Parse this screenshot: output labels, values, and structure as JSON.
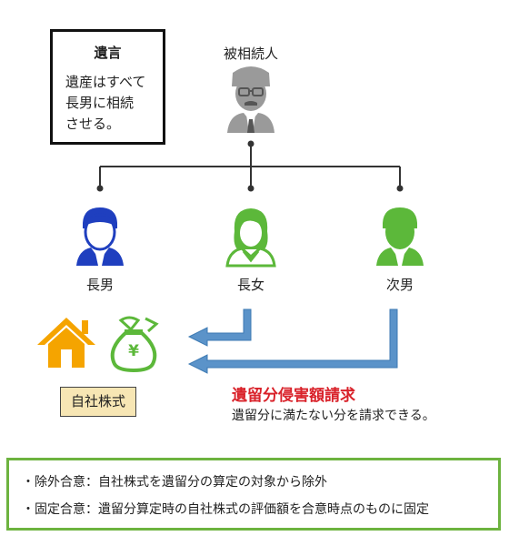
{
  "will": {
    "title": "遺言",
    "lines": [
      "遺産はすべて",
      "長男に相続",
      "させる。"
    ]
  },
  "decedent": {
    "label": "被相続人"
  },
  "heirs": [
    {
      "label": "長男",
      "color": "#1f3fbf"
    },
    {
      "label": "長女",
      "color": "#5cb83a"
    },
    {
      "label": "次男",
      "color": "#5cb83a"
    }
  ],
  "assets": {
    "icons": [
      "house-icon",
      "money-bag-icon"
    ],
    "money_symbol": "¥",
    "stock_label": "自社株式",
    "house_color": "#f5a400",
    "bag_color": "#5cb83a"
  },
  "claim": {
    "title": "遺留分侵害額請求",
    "description": "遺留分に満たない分を請求できる。",
    "title_color": "#d9222a",
    "arrow_color": "#5b93c9"
  },
  "agreements": [
    "・除外合意：自社株式を遺留分の算定の対象から除外",
    "・固定合意：遺留分算定時の自社株式の評価額を合意時点のものに固定"
  ],
  "colors": {
    "decedent": "#9a9a9a",
    "tree_line": "#333333",
    "agreement_border": "#6db33f",
    "stock_fill": "#f7e6b4"
  }
}
